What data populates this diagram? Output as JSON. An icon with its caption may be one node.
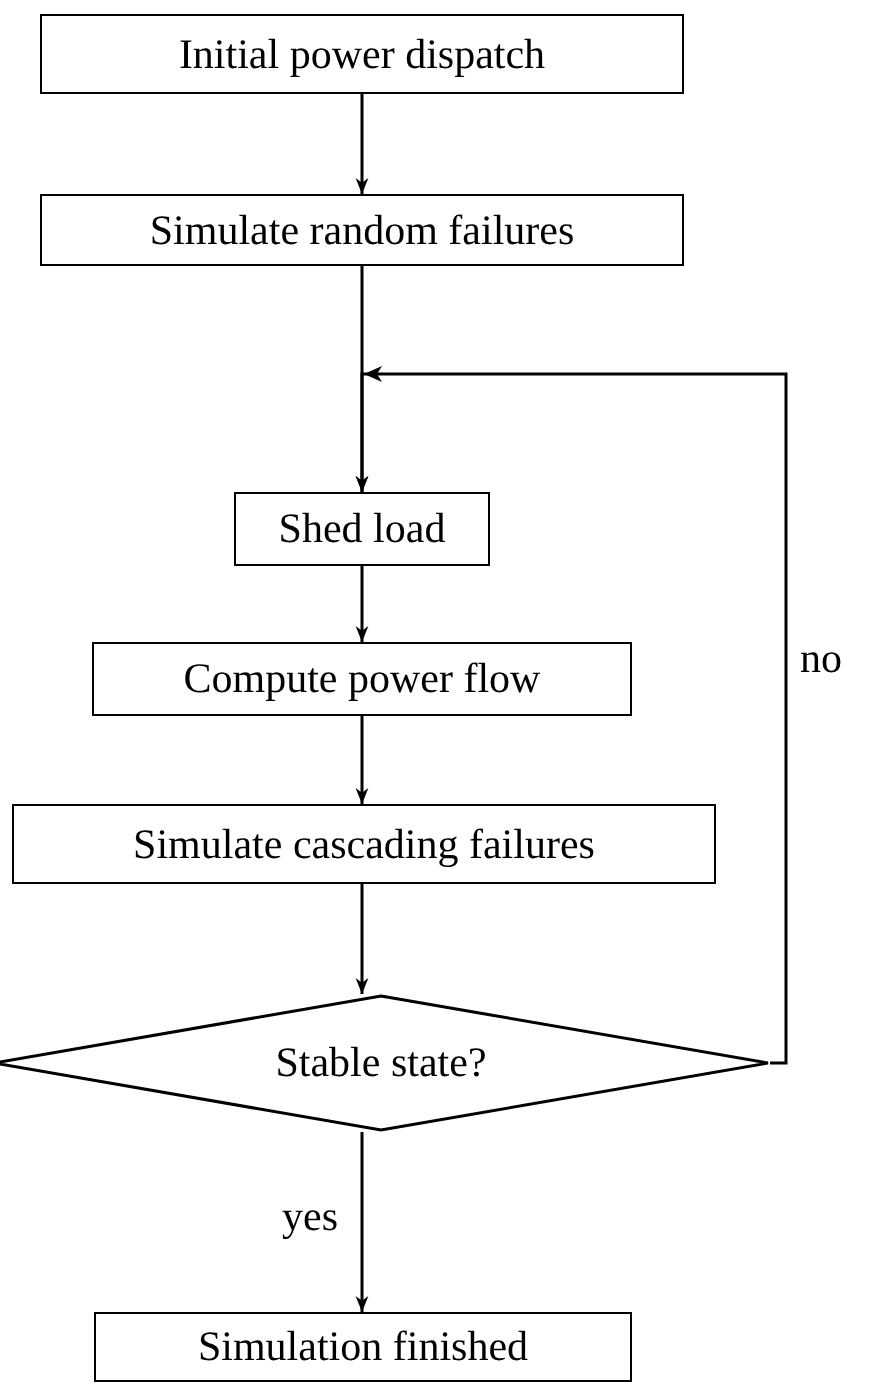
{
  "diagram": {
    "nodes": [
      {
        "text": [
          "Initial power dispatch"
        ]
      },
      {
        "text": [
          "Simulate random failures"
        ]
      },
      {
        "text": [
          "Shed load"
        ]
      },
      {
        "text": [
          "Compute power flow"
        ]
      },
      {
        "text": [
          "Simulate cascading failures"
        ]
      },
      {
        "text": [
          "Stable state?"
        ]
      },
      {
        "text": [
          "Simulation finished"
        ]
      }
    ],
    "edges": [
      {
        "from": 0,
        "to": 1,
        "arrow": "to"
      },
      {
        "from": 1,
        "to": 2,
        "arrow": "to"
      },
      {
        "from": 2,
        "to": 3,
        "arrow": "to"
      },
      {
        "from": 3,
        "to": 4,
        "arrow": "to"
      },
      {
        "from": 4,
        "to": 5,
        "arrow": "to"
      },
      {
        "from": 5,
        "to": 6,
        "arrow": "to",
        "label": "yes"
      },
      {
        "from": 5,
        "to": 2,
        "arrow": "to",
        "label": "no"
      }
    ]
  }
}
